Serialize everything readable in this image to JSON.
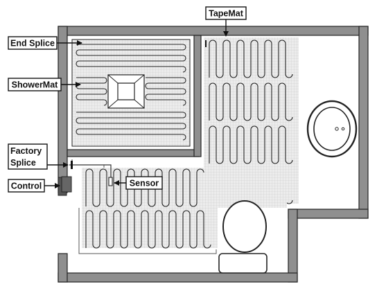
{
  "labels": {
    "tapemat": "TapeMat",
    "end_splice": "End Splice",
    "showermat": "ShowerMat",
    "factory_splice_line1": "Factory",
    "factory_splice_line2": "Splice",
    "control": "Control",
    "sensor": "Sensor"
  },
  "colors": {
    "wall": "#8f8f8f",
    "mat": "#e6e6e6",
    "cable": "#222222",
    "outline": "#111111"
  }
}
